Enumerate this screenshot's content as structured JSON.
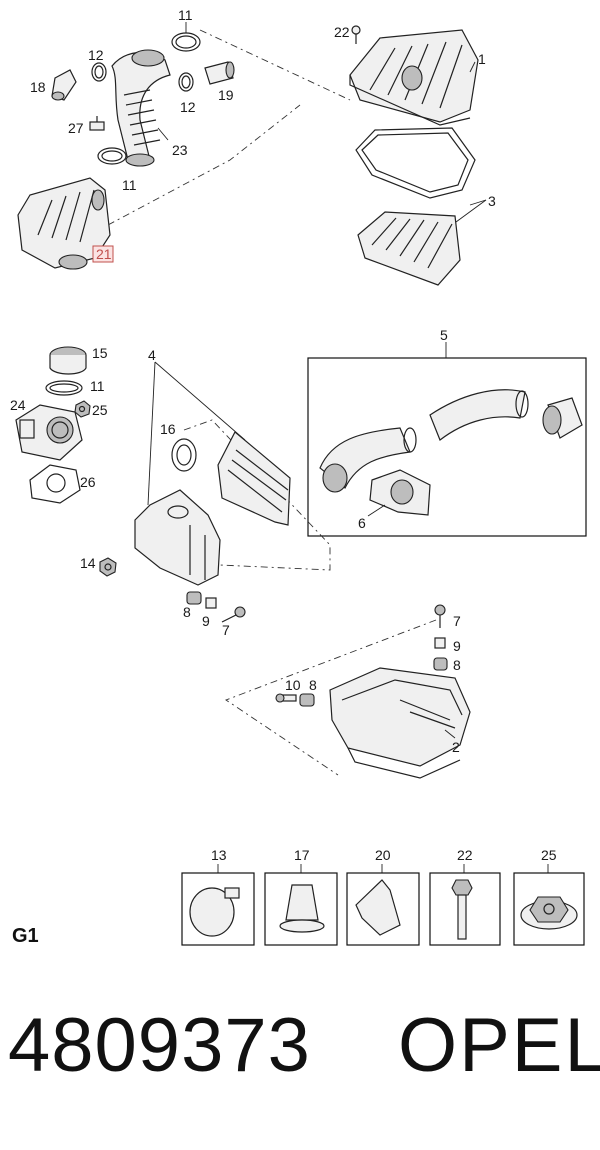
{
  "callouts": {
    "c11a": "11",
    "c22": "22",
    "c1": "1",
    "c12a": "12",
    "c18": "18",
    "c12b": "12",
    "c19": "19",
    "c27": "27",
    "c23": "23",
    "c11b": "11",
    "c3": "3",
    "c21": "21",
    "c5": "5",
    "c15": "15",
    "c4": "4",
    "c11c": "11",
    "c24": "24",
    "c25": "25",
    "c16": "16",
    "c26": "26",
    "c6": "6",
    "c14": "14",
    "c8a": "8",
    "c9a": "9",
    "c7a": "7",
    "c7b": "7",
    "c9b": "9",
    "c8b": "8",
    "c10": "10",
    "c8c": "8",
    "c2": "2"
  },
  "fastener_legend": [
    "13",
    "17",
    "20",
    "22",
    "25"
  ],
  "group_label": "G1",
  "footer": {
    "part_number": "4809373",
    "brand": "OPEL"
  },
  "highlight_color": "#c0504d"
}
